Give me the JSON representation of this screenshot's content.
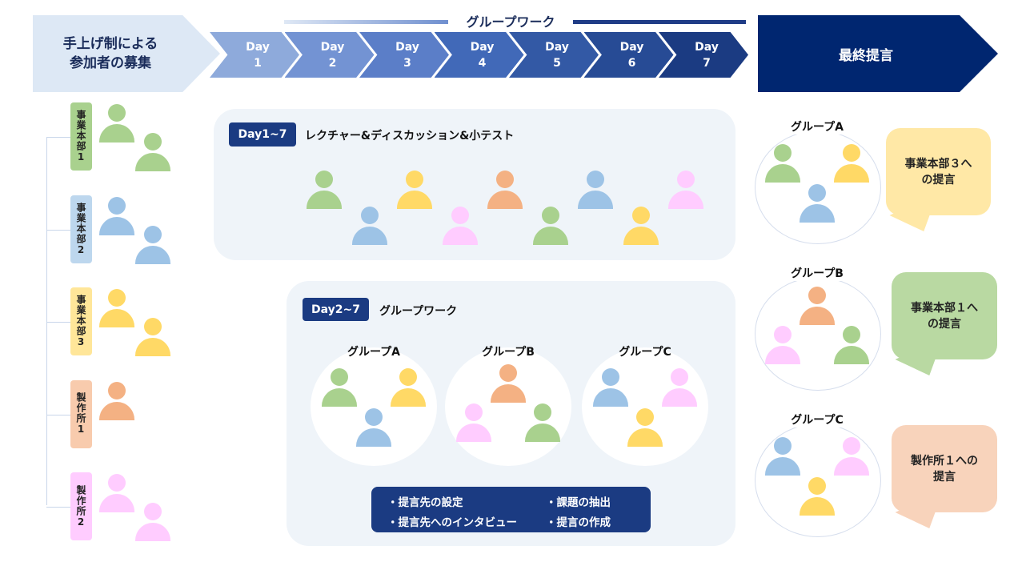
{
  "timeline": {
    "recruit": "手上げ制による\n参加者の募集",
    "group_work_header": "グループワーク",
    "days": [
      {
        "label": "Day\n1",
        "color": "#8eaadb"
      },
      {
        "label": "Day\n2",
        "color": "#7393d3"
      },
      {
        "label": "Day\n3",
        "color": "#5b7ec8"
      },
      {
        "label": "Day\n4",
        "color": "#4169b8"
      },
      {
        "label": "Day\n5",
        "color": "#3359a5"
      },
      {
        "label": "Day\n6",
        "color": "#274b95"
      },
      {
        "label": "Day\n7",
        "color": "#1b3b82"
      }
    ],
    "final": "最終提言"
  },
  "colors": {
    "green": "#a9d18e",
    "blue": "#9dc3e6",
    "yellow": "#ffd966",
    "orange": "#f4b183",
    "pink": "#ffccff",
    "navy": "#1b3b82",
    "final_navy": "#002670"
  },
  "departments": [
    {
      "label": "事業本部1",
      "bg": "#a9d18e",
      "members": [
        "green",
        "green"
      ]
    },
    {
      "label": "事業本部2",
      "bg": "#bdd7ee",
      "members": [
        "blue",
        "blue"
      ]
    },
    {
      "label": "事業本部3",
      "bg": "#ffe699",
      "members": [
        "yellow",
        "yellow"
      ]
    },
    {
      "label": "製作所1",
      "bg": "#f8cbad",
      "members": [
        "orange"
      ]
    },
    {
      "label": "製作所2",
      "bg": "#ffccff",
      "members": [
        "pink",
        "pink"
      ]
    }
  ],
  "lecture": {
    "badge": "Day1~7",
    "title": "レクチャー&ディスカッション&小テスト",
    "members": [
      "green",
      "blue",
      "yellow",
      "pink",
      "orange",
      "green",
      "blue",
      "yellow",
      "pink"
    ]
  },
  "groupwork": {
    "badge": "Day2~7",
    "title": "グループワーク",
    "groups": [
      {
        "name": "グループA",
        "members": [
          "green",
          "yellow",
          "blue"
        ]
      },
      {
        "name": "グループB",
        "members": [
          "orange",
          "pink",
          "green"
        ]
      },
      {
        "name": "グループC",
        "members": [
          "blue",
          "pink",
          "yellow"
        ]
      }
    ],
    "tasks": [
      "・提言先の設定",
      "・課題の抽出",
      "・提言先へのインタビュー",
      "・提言の作成"
    ]
  },
  "final_proposals": [
    {
      "group": "グループA",
      "members": [
        "green",
        "yellow",
        "blue"
      ],
      "text": "事業本部３へ\nの提言",
      "bubble_color": "#ffe8a6"
    },
    {
      "group": "グループB",
      "members": [
        "orange",
        "pink",
        "green"
      ],
      "text": "事業本部１へ\nの提言",
      "bubble_color": "#b9d9a2"
    },
    {
      "group": "グループC",
      "members": [
        "blue",
        "pink",
        "yellow"
      ],
      "text": "製作所１への\n提言",
      "bubble_color": "#f8d3bb"
    }
  ]
}
